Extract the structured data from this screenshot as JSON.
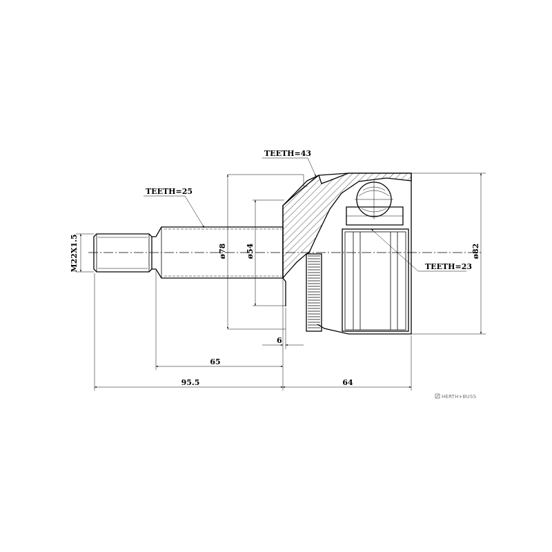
{
  "callouts": {
    "teeth_43": "TEETH=43",
    "teeth_25": "TEETH=25",
    "teeth_23": "TEETH=23"
  },
  "dimensions": {
    "thread": "M22X1.5",
    "dia_78": "ø78",
    "dia_54": "ø54",
    "dia_82": "ø82",
    "len_6": "6",
    "len_65": "65",
    "len_95_5": "95.5",
    "len_64": "64"
  },
  "brand": {
    "name": "HERTH+BUSS",
    "mark_color": "#6f6f6f"
  }
}
